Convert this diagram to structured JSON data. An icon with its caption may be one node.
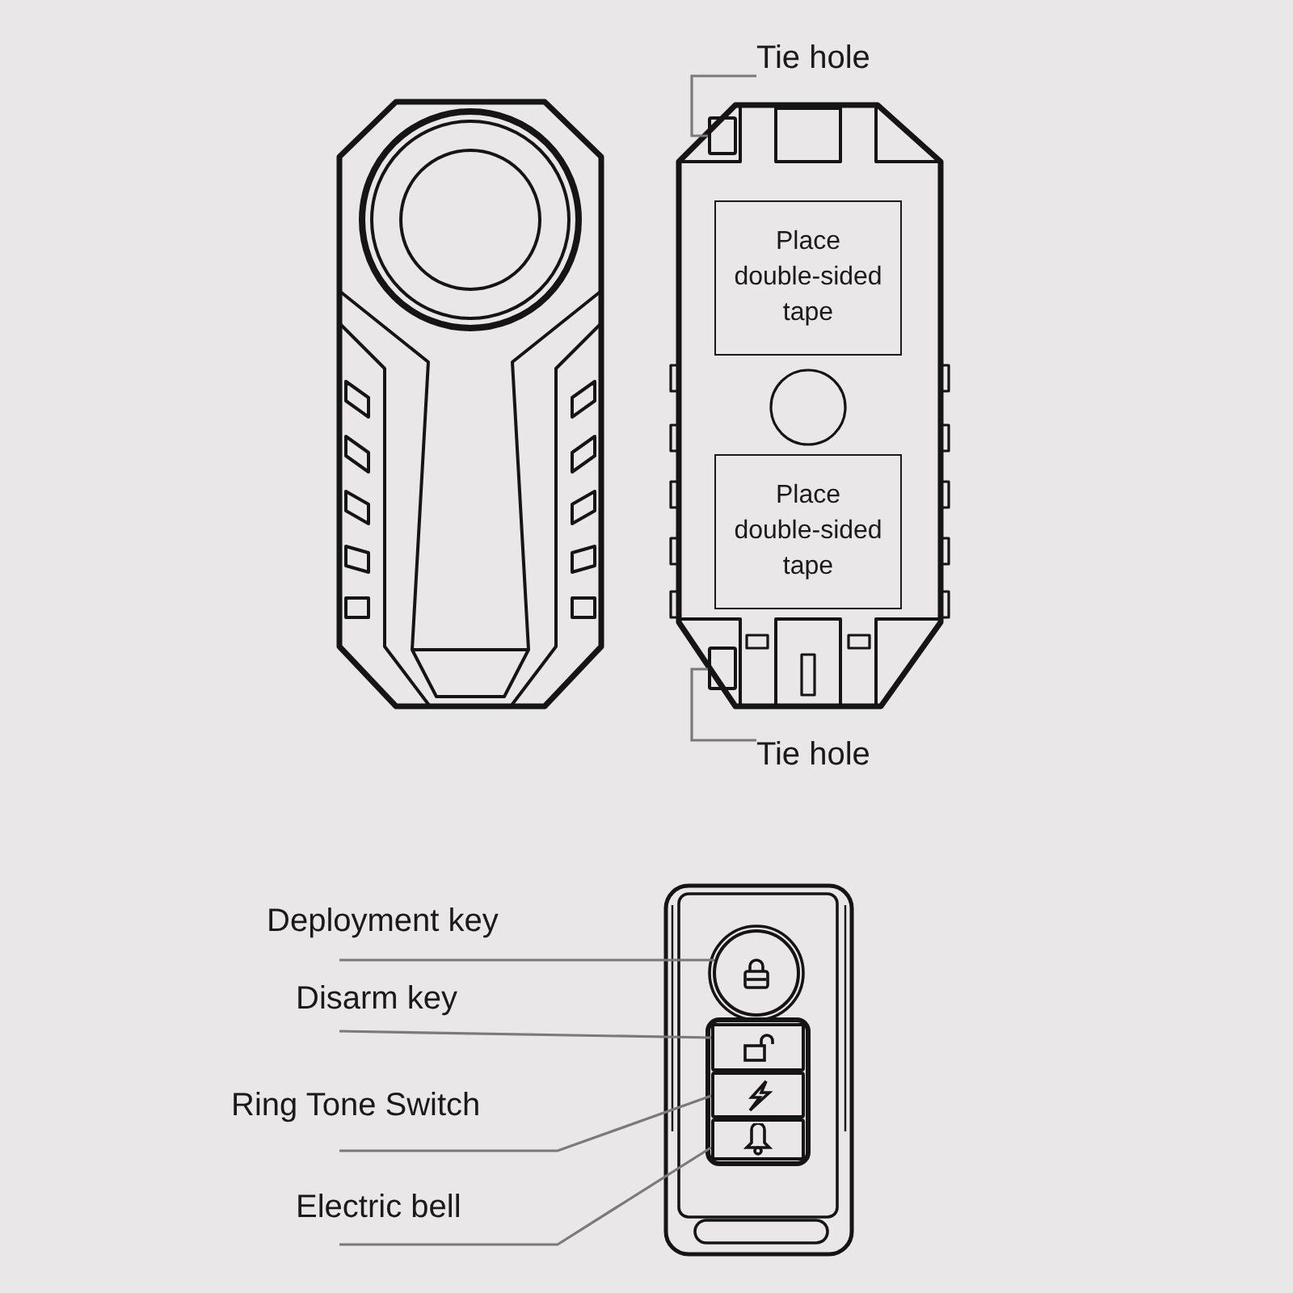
{
  "diagram": {
    "nodes": [
      {
        "text": [
          "Tie hole"
        ]
      },
      {
        "text": [],
        "shape": "box"
      },
      {
        "text": [
          "Place double-sided tape"
        ]
      },
      {
        "text": [
          "Place double-sided tape"
        ]
      },
      {
        "text": [
          "Tie hole"
        ]
      },
      {
        "text": [],
        "shape": "box"
      },
      {
        "text": [
          "Deployment key"
        ]
      },
      {
        "text": [],
        "shape": "circle"
      },
      {
        "text": [
          "Disarm key"
        ]
      },
      {
        "text": [],
        "shape": "box"
      },
      {
        "text": [
          "Ring Tone Switch"
        ]
      },
      {
        "text": [],
        "shape": "box"
      },
      {
        "text": [
          "Electric bell"
        ]
      },
      {
        "text": [],
        "shape": "box"
      }
    ],
    "edges": [
      {
        "from": 0,
        "to": 1,
        "arrow": "none"
      },
      {
        "from": 4,
        "to": 5,
        "arrow": "none"
      },
      {
        "from": 6,
        "to": 7,
        "arrow": "none"
      },
      {
        "from": 8,
        "to": 9,
        "arrow": "none"
      },
      {
        "from": 10,
        "to": 11,
        "arrow": "none"
      },
      {
        "from": 12,
        "to": 13,
        "arrow": "none"
      }
    ]
  }
}
